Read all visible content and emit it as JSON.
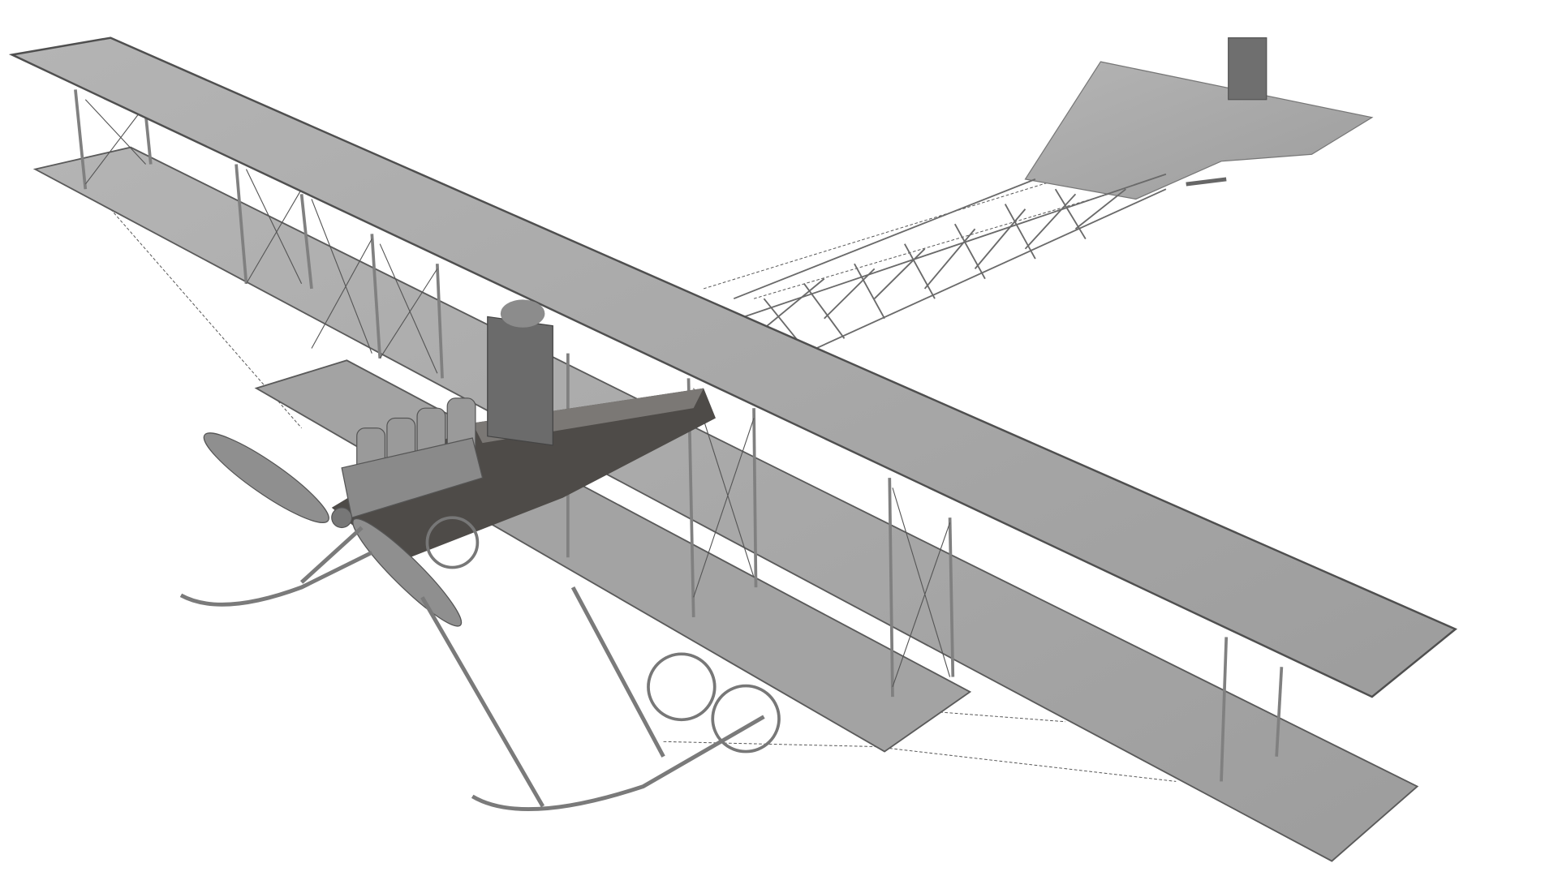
{
  "scene": {
    "subject": "biplane-render",
    "colors": {
      "background": "#ffffff",
      "wing_surface": "#a9a9a9",
      "wing_edge": "#5a5a5a",
      "nacelle": "#4e4b48",
      "struts": "#7a7a7a",
      "wires": "#444444"
    },
    "parts": [
      "upper-wing",
      "middle-wing",
      "lower-wing",
      "tailplane",
      "rudder",
      "tail-boom-truss",
      "engine",
      "radiator",
      "propeller",
      "landing-wheels",
      "skids"
    ]
  }
}
